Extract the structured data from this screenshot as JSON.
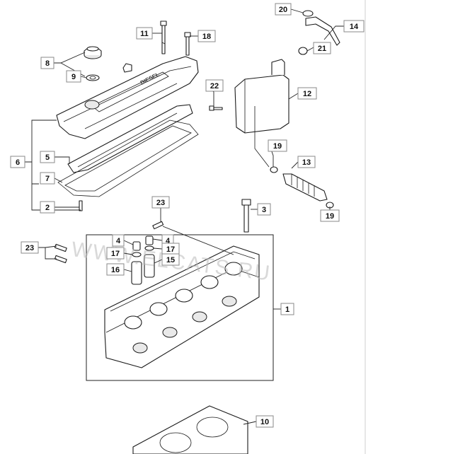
{
  "callouts": {
    "c1": "1",
    "c2": "2",
    "c3": "3",
    "c4a": "4",
    "c4b": "4",
    "c5": "5",
    "c6": "6",
    "c7": "7",
    "c8": "8",
    "c9": "9",
    "c10": "10",
    "c11": "11",
    "c12": "12",
    "c13": "13",
    "c14": "14",
    "c15": "15",
    "c16": "16",
    "c17a": "17",
    "c17b": "17",
    "c18": "18",
    "c19a": "19",
    "c19b": "19",
    "c20": "20",
    "c21": "21",
    "c22": "22",
    "c23a": "23",
    "c23b": "23"
  },
  "cover_emboss": "DIESEL",
  "watermark": "WWW.ELCATS.RU",
  "colors": {
    "line": "#1a1a1a",
    "box_border": "#8a8a8a",
    "watermark": "#b9b9b9"
  }
}
